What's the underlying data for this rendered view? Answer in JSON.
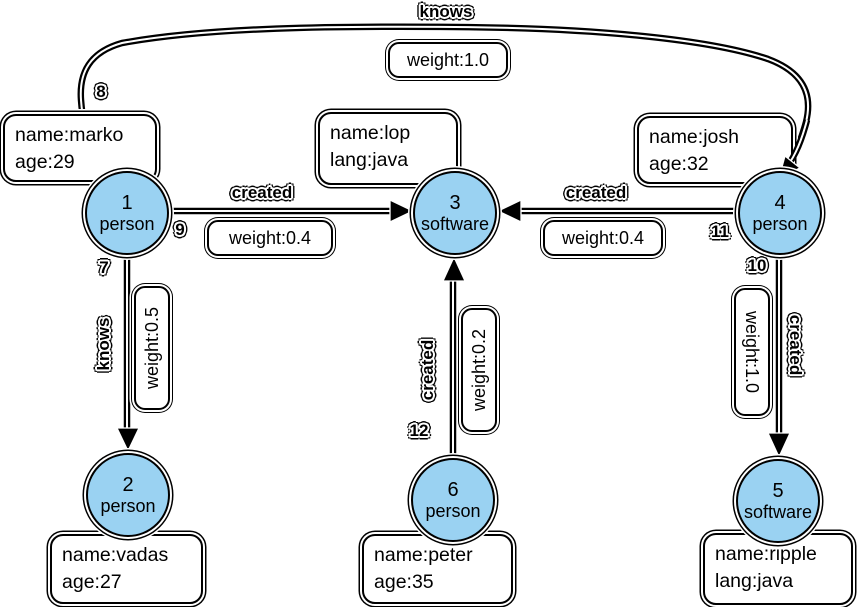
{
  "colors": {
    "node_fill": "#9ad2f2",
    "stroke": "#000000",
    "box_bg": "#ffffff",
    "page_bg": "#ffffff"
  },
  "nodes": {
    "n1": {
      "id": "1",
      "type": "person"
    },
    "n2": {
      "id": "2",
      "type": "person"
    },
    "n3": {
      "id": "3",
      "type": "software"
    },
    "n4": {
      "id": "4",
      "type": "person"
    },
    "n5": {
      "id": "5",
      "type": "software"
    },
    "n6": {
      "id": "6",
      "type": "person"
    }
  },
  "props": {
    "marko": [
      "name:marko",
      "age:29"
    ],
    "lop": [
      "name:lop",
      "lang:java"
    ],
    "josh": [
      "name:josh",
      "age:32"
    ],
    "vadas": [
      "name:vadas",
      "age:27"
    ],
    "peter": [
      "name:peter",
      "age:35"
    ],
    "ripple": [
      "name:ripple",
      "lang:java"
    ]
  },
  "edges": {
    "e7": {
      "num": "7",
      "label": "knows",
      "weight": "weight:0.5",
      "from": "1",
      "to": "2"
    },
    "e8": {
      "num": "8",
      "label": "knows",
      "weight": "weight:1.0",
      "from": "1",
      "to": "4"
    },
    "e9": {
      "num": "9",
      "label": "created",
      "weight": "weight:0.4",
      "from": "1",
      "to": "3"
    },
    "e10": {
      "num": "10",
      "label": "created",
      "weight": "weight:1.0",
      "from": "4",
      "to": "5"
    },
    "e11": {
      "num": "11",
      "label": "created",
      "weight": "weight:0.4",
      "from": "4",
      "to": "3"
    },
    "e12": {
      "num": "12",
      "label": "created",
      "weight": "weight:0.2",
      "from": "6",
      "to": "3"
    }
  }
}
